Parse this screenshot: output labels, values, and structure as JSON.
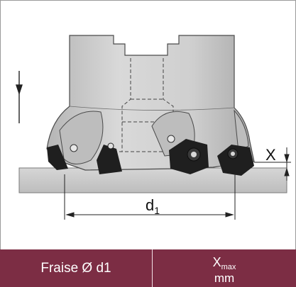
{
  "figure": {
    "dimension_diameter": "d",
    "dimension_diameter_index": "1",
    "dimension_x": "X"
  },
  "table_header": {
    "col1": "Fraise Ø d1",
    "col2_symbol": "X",
    "col2_subscript": "max",
    "col2_unit": "mm"
  },
  "colors": {
    "header_band": "#7c2d44",
    "body_gray": "#cfcfcf",
    "insert_dark": "#1f1f1f",
    "outline": "#3a3a3a"
  },
  "icons": [
    "feed-arrow-icon",
    "cutting-insert-icon",
    "screw-icon"
  ]
}
